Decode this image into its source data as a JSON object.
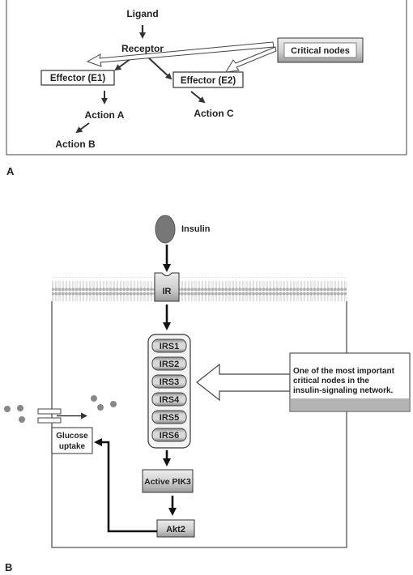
{
  "panel_a": {
    "label": "A",
    "ligand": "Ligand",
    "receptor": "Receptor",
    "effector_e1": "Effector (E1)",
    "effector_e2": "Effector (E2)",
    "action_a": "Action A",
    "action_b": "Action B",
    "action_c": "Action C",
    "critical_nodes": "Critical nodes"
  },
  "panel_b": {
    "label": "B",
    "insulin": "Insulin",
    "ir": "IR",
    "irs": [
      "IRS1",
      "IRS2",
      "IRS3",
      "IRS4",
      "IRS5",
      "IRS6"
    ],
    "active_pik3": "Active PIK3",
    "akt2": "Akt2",
    "glucose_uptake_line1": "Glucose",
    "glucose_uptake_line2": "uptake",
    "note_lines": [
      "One of the  most  important",
      "critical nodes in the",
      "insulin-signaling network."
    ]
  },
  "colors": {
    "node_fill": "#d4d4d4",
    "node_dark": "#7a7a7a",
    "line": "#333333",
    "membrane": "#b8b8b8"
  }
}
